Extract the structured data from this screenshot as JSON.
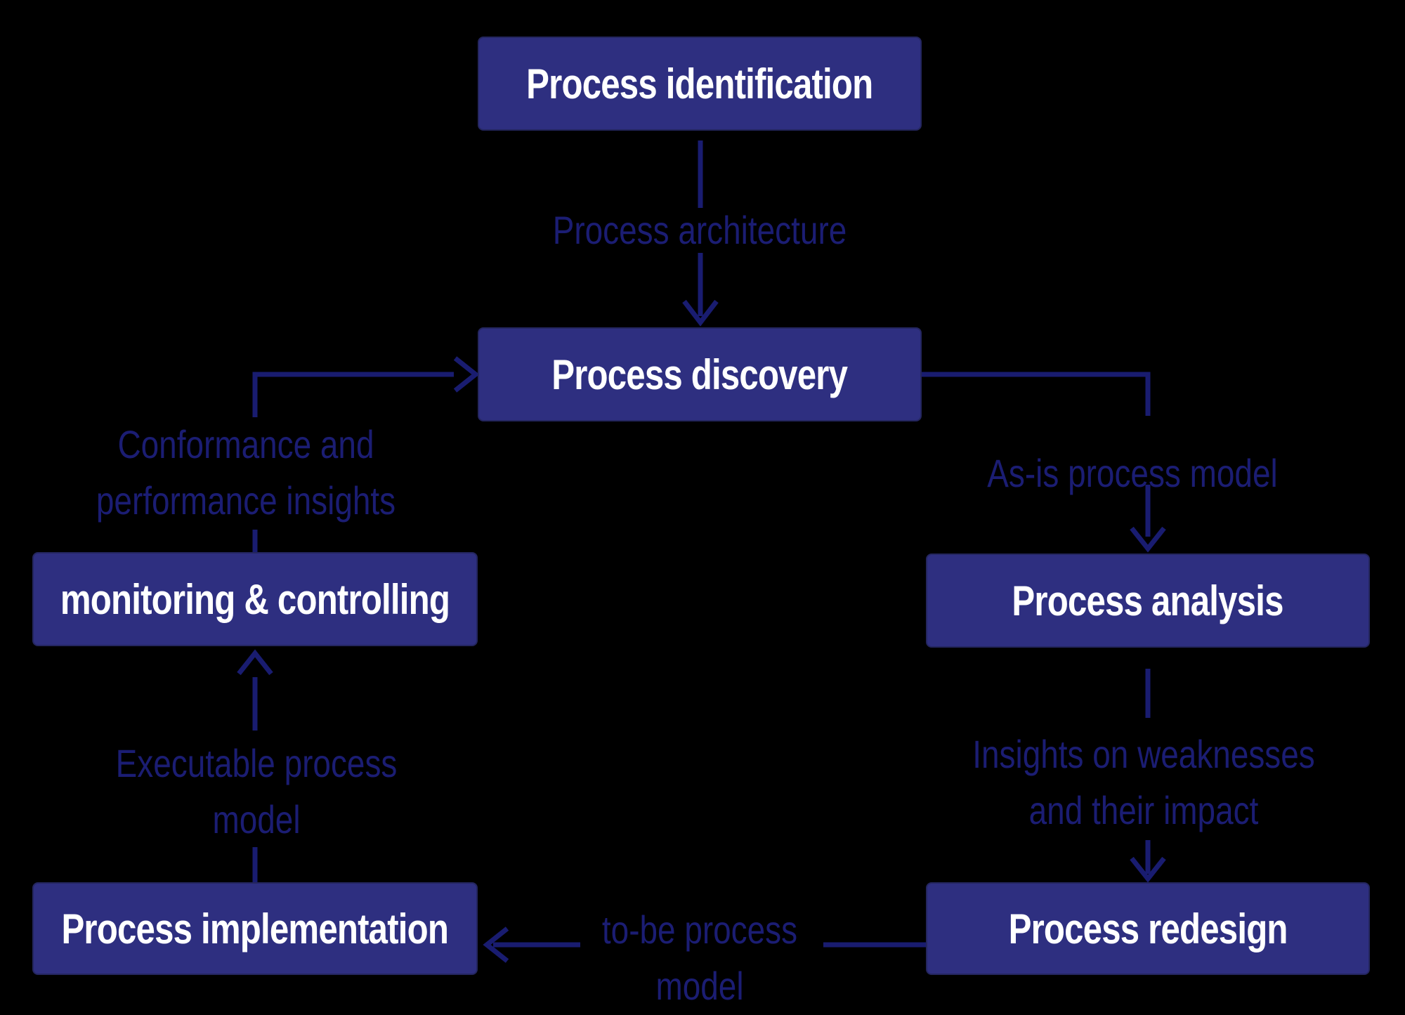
{
  "colors": {
    "background": "#000000",
    "box_fill": "#2e2f80",
    "box_border": "#24265f",
    "box_text": "#ffffff",
    "arrow": "#191c70",
    "label_text": "#1b1d73"
  },
  "boxes": {
    "identification": {
      "label": "Process identification"
    },
    "discovery": {
      "label": "Process discovery"
    },
    "monitoring": {
      "label": "monitoring & controlling"
    },
    "analysis": {
      "label": "Process analysis"
    },
    "implementation": {
      "label": "Process implementation"
    },
    "redesign": {
      "label": "Process redesign"
    }
  },
  "edge_labels": {
    "process_architecture": {
      "line1": "Process architecture"
    },
    "as_is": {
      "line1": "As-is process model"
    },
    "conformance": {
      "line1": "Conformance and",
      "line2": "performance insights"
    },
    "insights": {
      "line1": "Insights on weaknesses",
      "line2": "and their impact"
    },
    "executable": {
      "line1": "Executable process",
      "line2": "model"
    },
    "to_be": {
      "line1": "to-be process",
      "line2": "model"
    }
  }
}
